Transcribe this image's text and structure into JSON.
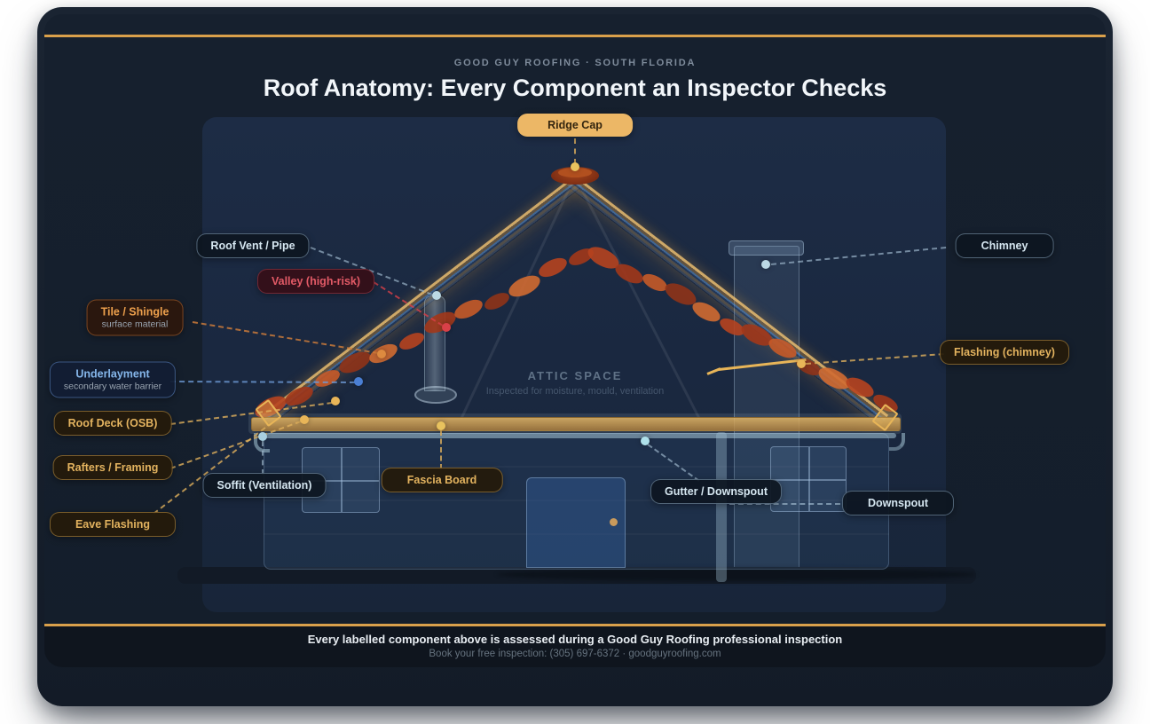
{
  "header": {
    "brand": "GOOD GUY ROOFING · SOUTH FLORIDA",
    "title": "Roof Anatomy: Every Component an Inspector Checks"
  },
  "attic": {
    "title": "ATTIC SPACE",
    "subtitle": "Inspected for moisture, mould, ventilation"
  },
  "labels": {
    "ridge_cap": "Ridge Cap",
    "roof_vent": "Roof Vent / Pipe",
    "valley": "Valley (high-risk)",
    "tile_shingle": "Tile / Shingle",
    "tile_shingle_sub": "surface material",
    "underlayment": "Underlayment",
    "underlayment_sub": "secondary water barrier",
    "roof_deck": "Roof Deck (OSB)",
    "rafters": "Rafters / Framing",
    "eave_flashing": "Eave Flashing",
    "soffit": "Soffit (Ventilation)",
    "fascia": "Fascia Board",
    "gutter": "Gutter / Downspout",
    "downspout": "Downspout",
    "chimney": "Chimney",
    "flashing_chimney": "Flashing (chimney)"
  },
  "footer": {
    "line1": "Every labelled component above is assessed during a Good Guy Roofing professional inspection",
    "line2": "Book your free inspection: (305) 697-6372 · goodguyroofing.com"
  },
  "colors": {
    "accent_gold": "#D9A04B",
    "tile_orange": "#C2521F",
    "danger_red": "#E25A66",
    "info_blue": "#7FB3E8",
    "panel_navy": "#16202E"
  }
}
